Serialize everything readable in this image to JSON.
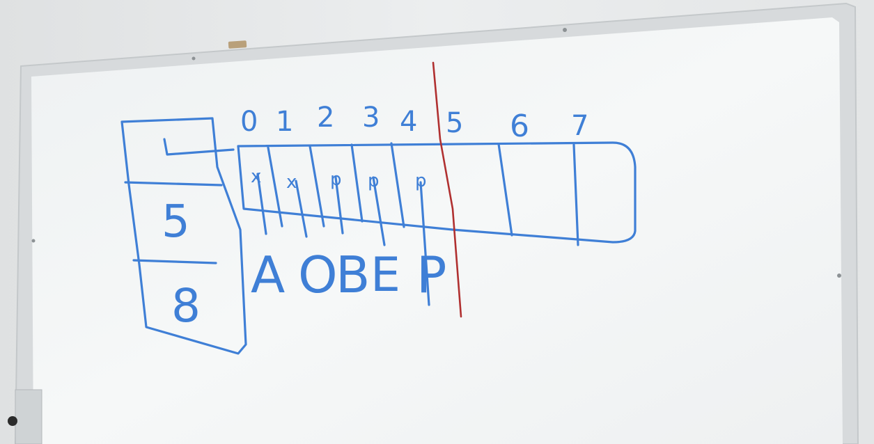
{
  "whiteboard": {
    "index_labels": [
      "0",
      "1",
      "2",
      "3",
      "4",
      "5",
      "6",
      "7"
    ],
    "pointer_box": {
      "values": [
        "5",
        "8"
      ]
    },
    "written_letters": [
      "A",
      "O",
      "B",
      "E",
      "P"
    ],
    "cell_marks": [
      "x",
      "x",
      "p",
      "p",
      "p"
    ]
  },
  "colors": {
    "marker_blue": "#3f7fd6",
    "marker_red": "#b03030",
    "board_surface": "#f4f6f7",
    "frame": "#d9dcde",
    "wall": "#e9ebec"
  }
}
